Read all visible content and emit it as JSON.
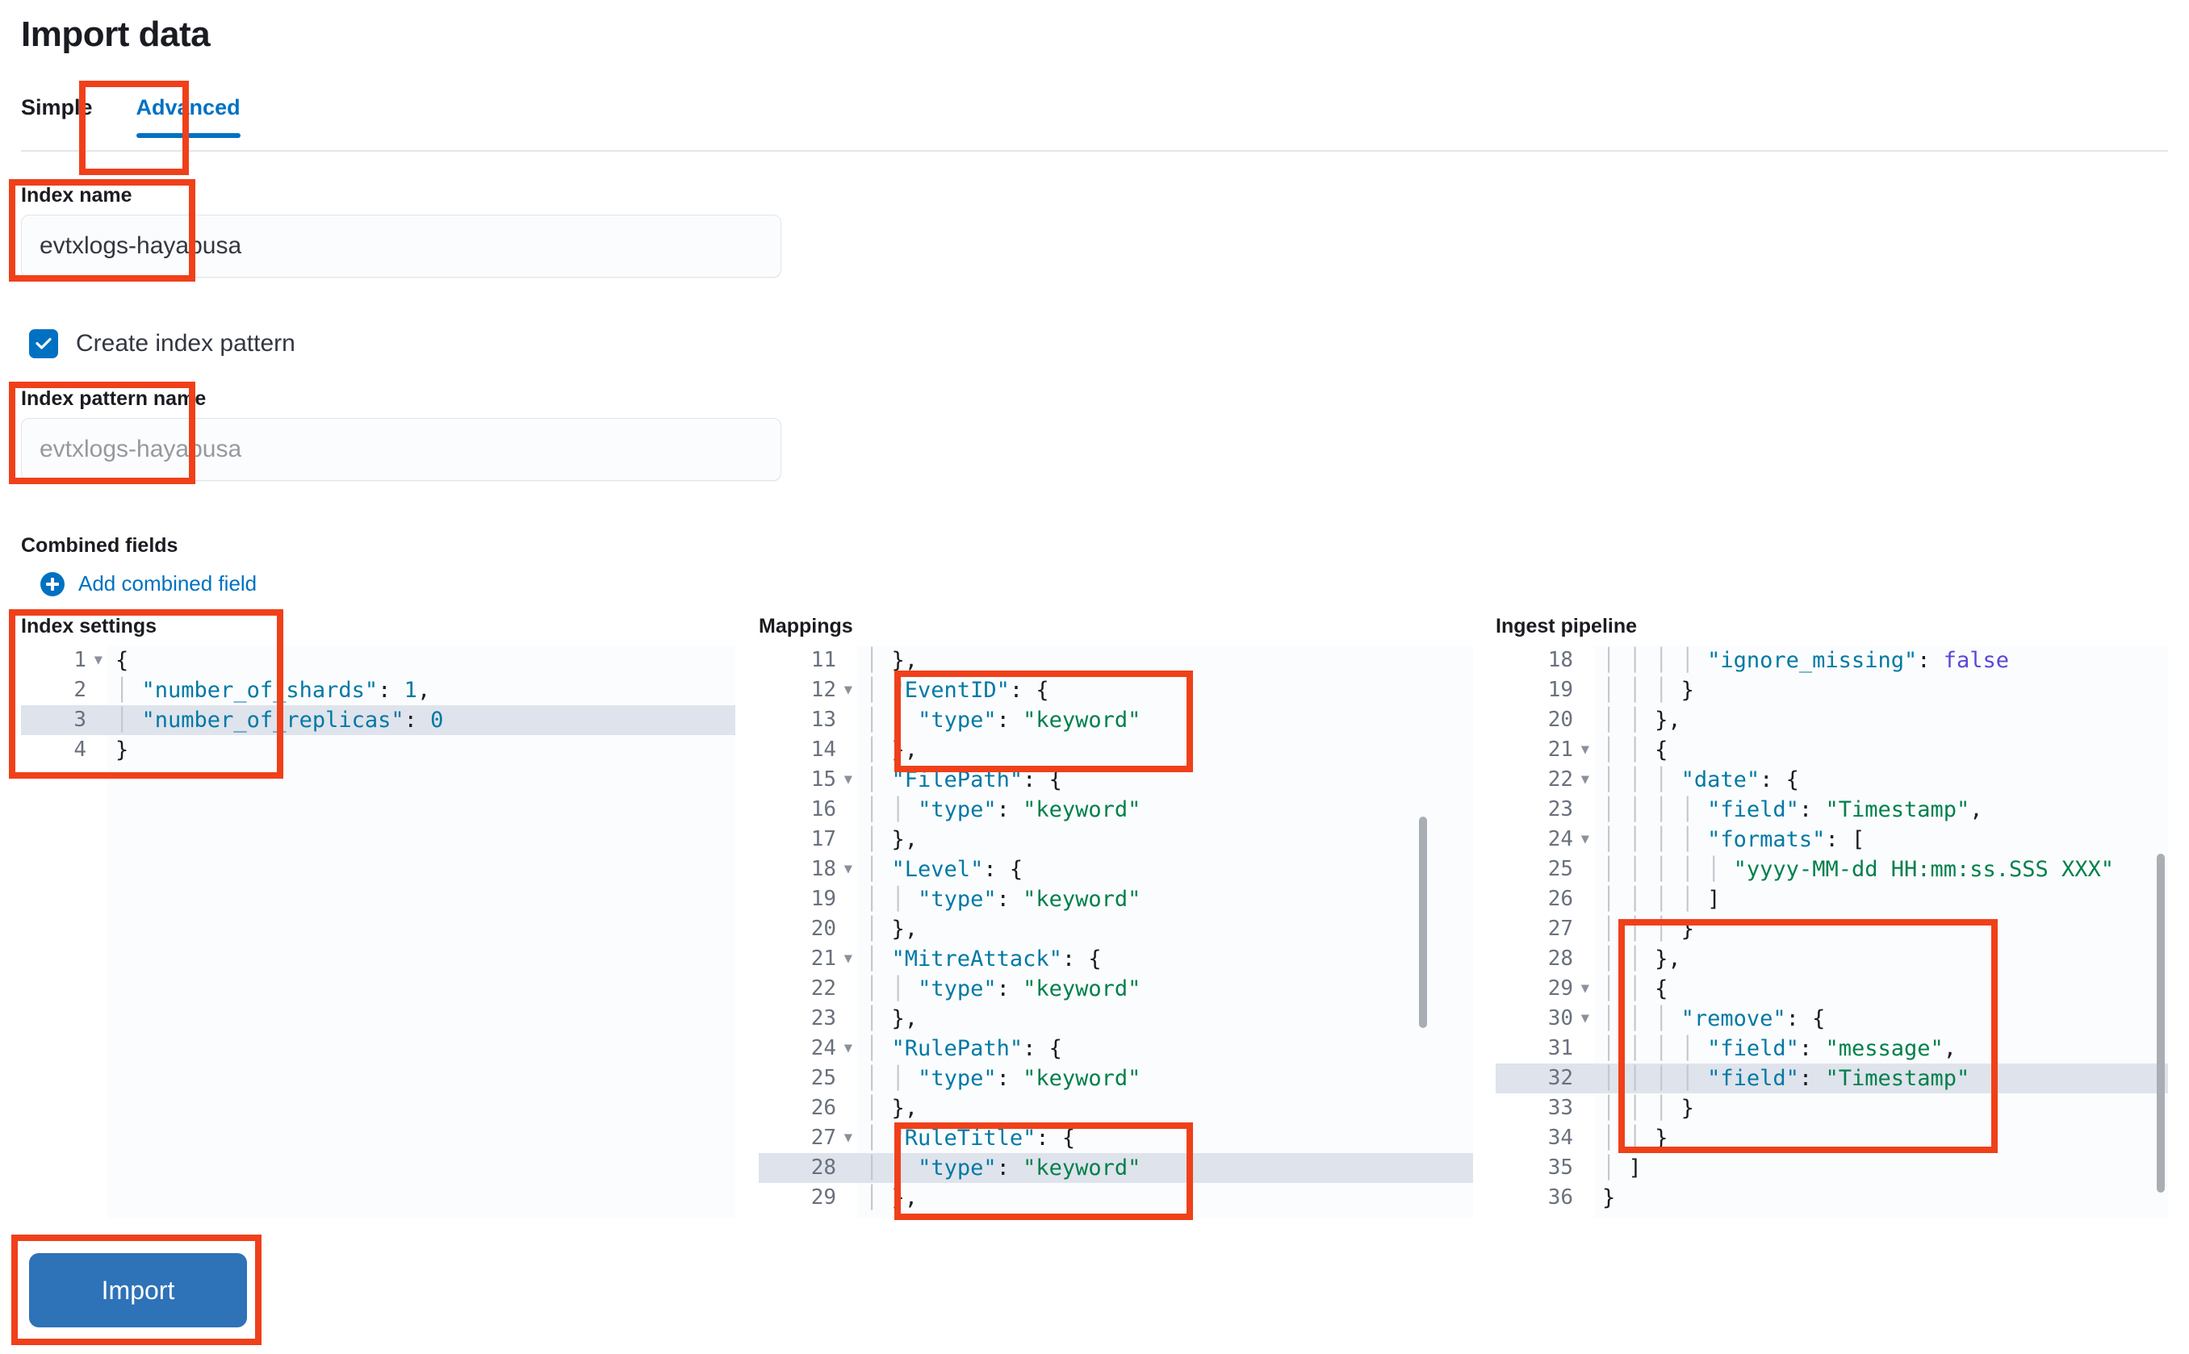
{
  "page": {
    "title": "Import data"
  },
  "tabs": [
    {
      "label": "Simple",
      "active": false
    },
    {
      "label": "Advanced",
      "active": true
    }
  ],
  "form": {
    "index_name": {
      "label": "Index name",
      "value": "evtxlogs-hayabusa"
    },
    "create_index_pattern": {
      "label": "Create index pattern",
      "checked": true
    },
    "index_pattern_name": {
      "label": "Index pattern name",
      "placeholder": "evtxlogs-hayabusa"
    },
    "combined_fields": {
      "label": "Combined fields",
      "add_link": "Add combined field"
    }
  },
  "editors": {
    "index_settings": {
      "title": "Index settings",
      "highlighted_line": 3,
      "lines": [
        {
          "num": "1",
          "fold": true,
          "text": "{"
        },
        {
          "num": "2",
          "fold": false,
          "text": "  \"number_of_shards\": 1,"
        },
        {
          "num": "3",
          "fold": false,
          "text": "  \"number_of_replicas\": 0"
        },
        {
          "num": "4",
          "fold": false,
          "text": "}"
        }
      ]
    },
    "mappings": {
      "title": "Mappings",
      "highlighted_line": 28,
      "lines": [
        {
          "num": "11",
          "fold": false,
          "text": "  },"
        },
        {
          "num": "12",
          "fold": true,
          "text": "  \"EventID\": {"
        },
        {
          "num": "13",
          "fold": false,
          "text": "    \"type\": \"keyword\""
        },
        {
          "num": "14",
          "fold": false,
          "text": "  },"
        },
        {
          "num": "15",
          "fold": true,
          "text": "  \"FilePath\": {"
        },
        {
          "num": "16",
          "fold": false,
          "text": "    \"type\": \"keyword\""
        },
        {
          "num": "17",
          "fold": false,
          "text": "  },"
        },
        {
          "num": "18",
          "fold": true,
          "text": "  \"Level\": {"
        },
        {
          "num": "19",
          "fold": false,
          "text": "    \"type\": \"keyword\""
        },
        {
          "num": "20",
          "fold": false,
          "text": "  },"
        },
        {
          "num": "21",
          "fold": true,
          "text": "  \"MitreAttack\": {"
        },
        {
          "num": "22",
          "fold": false,
          "text": "    \"type\": \"keyword\""
        },
        {
          "num": "23",
          "fold": false,
          "text": "  },"
        },
        {
          "num": "24",
          "fold": true,
          "text": "  \"RulePath\": {"
        },
        {
          "num": "25",
          "fold": false,
          "text": "    \"type\": \"keyword\""
        },
        {
          "num": "26",
          "fold": false,
          "text": "  },"
        },
        {
          "num": "27",
          "fold": true,
          "text": "  \"RuleTitle\": {"
        },
        {
          "num": "28",
          "fold": false,
          "text": "    \"type\": \"keyword\""
        },
        {
          "num": "29",
          "fold": false,
          "text": "  },"
        }
      ]
    },
    "ingest_pipeline": {
      "title": "Ingest pipeline",
      "highlighted_line": 32,
      "lines": [
        {
          "num": "18",
          "fold": false,
          "text": "        \"ignore_missing\": false"
        },
        {
          "num": "19",
          "fold": false,
          "text": "      }"
        },
        {
          "num": "20",
          "fold": false,
          "text": "    },"
        },
        {
          "num": "21",
          "fold": true,
          "text": "    {"
        },
        {
          "num": "22",
          "fold": true,
          "text": "      \"date\": {"
        },
        {
          "num": "23",
          "fold": false,
          "text": "        \"field\": \"Timestamp\","
        },
        {
          "num": "24",
          "fold": true,
          "text": "        \"formats\": ["
        },
        {
          "num": "25",
          "fold": false,
          "text": "          \"yyyy-MM-dd HH:mm:ss.SSS XXX\""
        },
        {
          "num": "26",
          "fold": false,
          "text": "        ]"
        },
        {
          "num": "27",
          "fold": false,
          "text": "      }"
        },
        {
          "num": "28",
          "fold": false,
          "text": "    },"
        },
        {
          "num": "29",
          "fold": true,
          "text": "    {"
        },
        {
          "num": "30",
          "fold": true,
          "text": "      \"remove\": {"
        },
        {
          "num": "31",
          "fold": false,
          "text": "        \"field\": \"message\","
        },
        {
          "num": "32",
          "fold": false,
          "text": "        \"field\": \"Timestamp\""
        },
        {
          "num": "33",
          "fold": false,
          "text": "      }"
        },
        {
          "num": "34",
          "fold": false,
          "text": "    }"
        },
        {
          "num": "35",
          "fold": false,
          "text": "  ]"
        },
        {
          "num": "36",
          "fold": false,
          "text": "}"
        }
      ]
    }
  },
  "actions": {
    "import_label": "Import"
  },
  "colors": {
    "accent": "#0071c2",
    "button": "#2e72b8",
    "annotation": "#f0401a",
    "string": "#00804b",
    "key": "#0079a5",
    "boolean": "#5b46d8"
  }
}
